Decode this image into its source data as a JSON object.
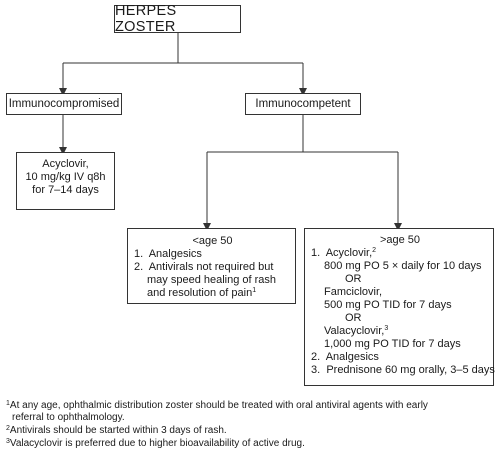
{
  "title": "HERPES ZOSTER",
  "branches": {
    "immunocompromised": "Immunocompromised",
    "immunocompetent": "Immunocompetent"
  },
  "acyclovir_box": [
    "Acyclovir,",
    "10 mg/kg IV q8h",
    "for 7–14 days"
  ],
  "under_50": {
    "heading": "<age 50",
    "item1_num": "1.",
    "item1": "Analgesics",
    "item2_num": "2.",
    "item2_lines": [
      "Antivirals not required but",
      "may speed healing of rash",
      "and resolution of pain"
    ],
    "item2_sup": "1"
  },
  "over_50": {
    "heading": ">age 50",
    "item1_num": "1.",
    "item1": "Acyclovir,",
    "item1_sup": "2",
    "acy_dose": "800 mg PO 5 × daily for 10 days",
    "or1": "OR",
    "famciclovir": "Famciclovir,",
    "fam_dose": "500 mg PO TID for 7 days",
    "or2": "OR",
    "valacyclovir": "Valacyclovir,",
    "val_sup": "3",
    "val_dose": "1,000 mg PO TID for 7 days",
    "item2_num": "2.",
    "item2": "Analgesics",
    "item3_num": "3.",
    "item3": "Prednisone 60 mg orally, 3–5 days"
  },
  "footnotes": [
    {
      "num": "1",
      "lines": [
        "At any age, ophthalmic distribution zoster should be treated with oral antiviral agents with early",
        "referral to ophthalmology."
      ]
    },
    {
      "num": "2",
      "lines": [
        "Antivirals should be started within 3 days of rash."
      ]
    },
    {
      "num": "3",
      "lines": [
        "Valacyclovir is preferred due to higher bioavailability of active drug."
      ]
    }
  ]
}
